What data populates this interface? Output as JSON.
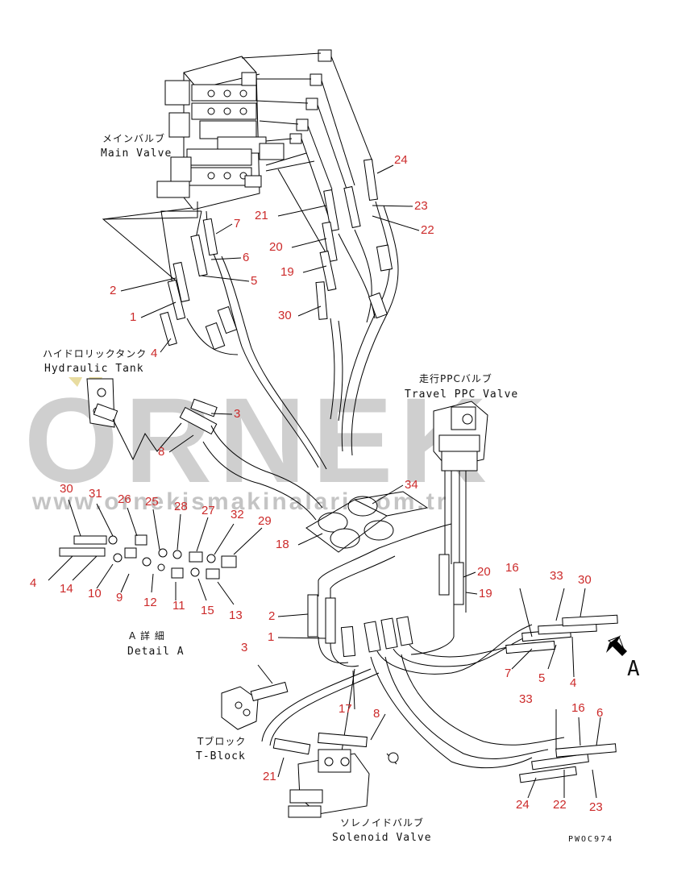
{
  "watermark": {
    "brand": "ORNEK",
    "url": "www.ornekismakinalari.com.tr"
  },
  "components": {
    "main_valve_jp": "メインバルブ",
    "main_valve_en": "Main Valve",
    "tank_jp": "ハイドロリックタンク",
    "tank_en": "Hydraulic Tank",
    "travel_ppc_jp": "走行PPCバルブ",
    "travel_ppc_en": "Travel PPC Valve",
    "detail_jp": "A 詳 細",
    "detail_en": "Detail A",
    "tblock_jp": "Tブロック",
    "tblock_en": "T-Block",
    "solenoid_jp": "ソレノイドバルブ",
    "solenoid_en": "Solenoid Valve",
    "view_marker": "A",
    "drawing_code": "PWOC974"
  },
  "callouts": [
    {
      "id": "c24a",
      "label": "24"
    },
    {
      "id": "c23a",
      "label": "23"
    },
    {
      "id": "c22a",
      "label": "22"
    },
    {
      "id": "c21a",
      "label": "21"
    },
    {
      "id": "c20a",
      "label": "20"
    },
    {
      "id": "c19a",
      "label": "19"
    },
    {
      "id": "c30a",
      "label": "30"
    },
    {
      "id": "c7a",
      "label": "7"
    },
    {
      "id": "c6a",
      "label": "6"
    },
    {
      "id": "c5a",
      "label": "5"
    },
    {
      "id": "c2a",
      "label": "2"
    },
    {
      "id": "c1a",
      "label": "1"
    },
    {
      "id": "c4a",
      "label": "4"
    },
    {
      "id": "c3a",
      "label": "3"
    },
    {
      "id": "c8a",
      "label": "8"
    },
    {
      "id": "c34",
      "label": "34"
    },
    {
      "id": "c18",
      "label": "18"
    },
    {
      "id": "c30b",
      "label": "30"
    },
    {
      "id": "c31",
      "label": "31"
    },
    {
      "id": "c26",
      "label": "26"
    },
    {
      "id": "c25",
      "label": "25"
    },
    {
      "id": "c28",
      "label": "28"
    },
    {
      "id": "c27",
      "label": "27"
    },
    {
      "id": "c32",
      "label": "32"
    },
    {
      "id": "c29",
      "label": "29"
    },
    {
      "id": "c4b",
      "label": "4"
    },
    {
      "id": "c14",
      "label": "14"
    },
    {
      "id": "c10",
      "label": "10"
    },
    {
      "id": "c9",
      "label": "9"
    },
    {
      "id": "c12",
      "label": "12"
    },
    {
      "id": "c11",
      "label": "11"
    },
    {
      "id": "c15",
      "label": "15"
    },
    {
      "id": "c13",
      "label": "13"
    },
    {
      "id": "c2b",
      "label": "2"
    },
    {
      "id": "c1b",
      "label": "1"
    },
    {
      "id": "c3b",
      "label": "3"
    },
    {
      "id": "c20b",
      "label": "20"
    },
    {
      "id": "c19b",
      "label": "19"
    },
    {
      "id": "c16a",
      "label": "16"
    },
    {
      "id": "c33a",
      "label": "33"
    },
    {
      "id": "c30c",
      "label": "30"
    },
    {
      "id": "c7b",
      "label": "7"
    },
    {
      "id": "c5b",
      "label": "5"
    },
    {
      "id": "c4c",
      "label": "4"
    },
    {
      "id": "c17",
      "label": "17"
    },
    {
      "id": "c8b",
      "label": "8"
    },
    {
      "id": "c21b",
      "label": "21"
    },
    {
      "id": "c33b",
      "label": "33"
    },
    {
      "id": "c16b",
      "label": "16"
    },
    {
      "id": "c6b",
      "label": "6"
    },
    {
      "id": "c24b",
      "label": "24"
    },
    {
      "id": "c22b",
      "label": "22"
    },
    {
      "id": "c23b",
      "label": "23"
    }
  ]
}
